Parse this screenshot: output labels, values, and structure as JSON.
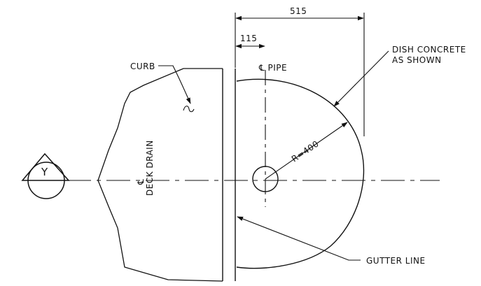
{
  "drawing": {
    "dimensions": {
      "overall": "515",
      "offset": "115",
      "radius": "R=400"
    },
    "labels": {
      "curb": "CURB",
      "pipe_centerline": "℄ PIPE",
      "deck_drain_centerline": "℄",
      "deck_drain": "DECK DRAIN",
      "dish_concrete_line1": "DISH CONCRETE",
      "dish_concrete_line2": "AS SHOWN",
      "gutter_line": "GUTTER LINE",
      "section_tag": "Y"
    },
    "colors": {
      "ink": "#111111",
      "paper": "#ffffff"
    }
  }
}
